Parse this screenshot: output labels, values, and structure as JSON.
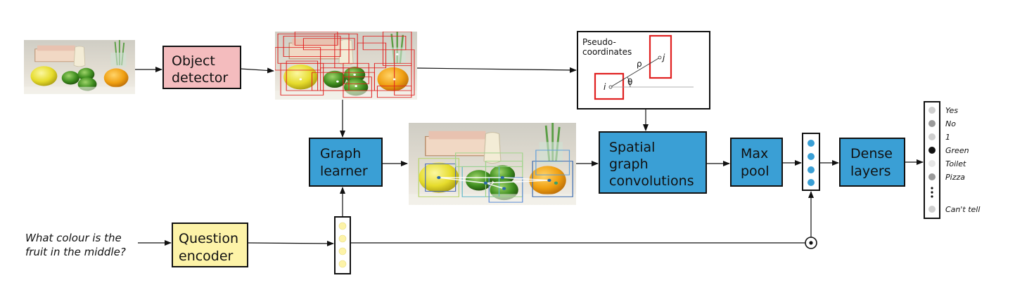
{
  "boxes": {
    "object_detector": [
      "Object",
      "detector"
    ],
    "graph_learner": [
      "Graph",
      "learner"
    ],
    "spatial_conv": [
      "Spatial",
      "graph",
      "convolutions"
    ],
    "max_pool": [
      "Max",
      "pool"
    ],
    "dense_layers": [
      "Dense",
      "layers"
    ],
    "question_encoder": [
      "Question",
      "encoder"
    ]
  },
  "question": [
    "What colour is the",
    "fruit in the middle?"
  ],
  "pseudo": {
    "title": [
      "Pseudo-",
      "coordinates"
    ],
    "i": "i",
    "j": "j",
    "rho": "ρ",
    "theta": "θ"
  },
  "answers": [
    {
      "label": "Yes",
      "color": "#cfcfcf"
    },
    {
      "label": "No",
      "color": "#9a9a9a"
    },
    {
      "label": "1",
      "color": "#cfcfcf"
    },
    {
      "label": "Green",
      "color": "#111111"
    },
    {
      "label": "Toilet",
      "color": "#e6e6e6"
    },
    {
      "label": "Pizza",
      "color": "#9a9a9a"
    }
  ],
  "answer_last": {
    "label": "Can't tell",
    "color": "#cfcfcf"
  },
  "colors": {
    "pink_box": "#f4bcbe",
    "blue_box": "#3a9fd5",
    "yellow_box": "#fdf3a8",
    "feature_dot_blue": "#3a9fd5",
    "feature_dot_yellow": "#fdf3a8",
    "detection_red": "#e02020"
  }
}
